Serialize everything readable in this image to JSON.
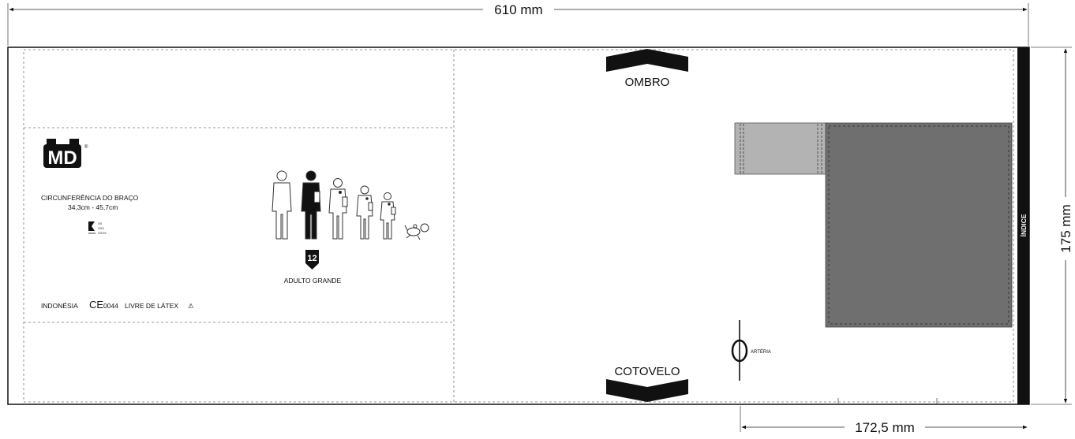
{
  "dimensions": {
    "width": "610 mm",
    "height": "175 mm",
    "bottom": "172,5 mm"
  },
  "brand": {
    "logo_text": "MD",
    "registered": "®"
  },
  "arm_info": {
    "title": "CIRCUNFERÊNCIA DO BRAÇO",
    "range": "34,3cm - 45,7cm",
    "cert_lines": [
      "XX",
      "XXX",
      "XXXX"
    ]
  },
  "size": {
    "number": "12",
    "label": "ADULTO GRANDE"
  },
  "footer": {
    "origin": "INDONÉSIA",
    "ce": "CE",
    "ce_code": "0044",
    "latex": "LIVRE DE LÁTEX",
    "warning": "⚠"
  },
  "markers": {
    "top": "OMBRO",
    "bottom": "COTOVELO",
    "artery": "ARTÉRIA",
    "index": "ÍNDICE"
  },
  "colors": {
    "bladder": "#6f6f6f",
    "tab": "#b3b3b3",
    "index_bar": "#111111"
  }
}
